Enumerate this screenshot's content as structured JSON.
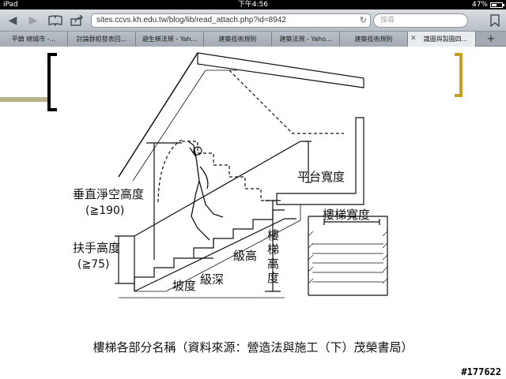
{
  "status_bar": {
    "device": "iPad",
    "time": "下午4:56",
    "battery": "47%",
    "battery_level": 0.47
  },
  "toolbar": {
    "back_icon": "back-arrow-icon",
    "forward_icon": "forward-arrow-icon",
    "bookmarks_icon": "book-icon",
    "share_icon": "share-icon",
    "url": "sites.ccvs.kh.edu.tw/blog/lib/read_attach.php?id=8942",
    "search_placeholder": "搜尋"
  },
  "tabs": [
    {
      "label": "平鎮 總城市 -..."
    },
    {
      "label": "討論群組發表回..."
    },
    {
      "label": "避生梯法規 - Yah..."
    },
    {
      "label": "建築技術規則"
    },
    {
      "label": "建築法規 - Yaho..."
    },
    {
      "label": "建築技術規則"
    },
    {
      "label": "識圖與製圖四...",
      "active": true
    }
  ],
  "drawing": {
    "labels": {
      "vertical_clearance": "垂直淨空高度",
      "vertical_clearance_value": "(≧190)",
      "handrail_height": "扶手高度",
      "handrail_value": "(≧75)",
      "landing_width": "平台寬度",
      "stair_width": "樓梯寬度",
      "riser": "級高",
      "stair_height_1": "樓",
      "stair_height_2": "梯",
      "stair_height_3": "高",
      "stair_height_4": "度",
      "slope": "坡度",
      "tread": "級深"
    }
  },
  "caption": "樓梯各部分名稱（資料來源：營造法與施工（下）茂榮書局）",
  "watermark": "#177622",
  "colors": {
    "left_bar": "#b8b28a",
    "right_bracket": "#c8a020"
  }
}
